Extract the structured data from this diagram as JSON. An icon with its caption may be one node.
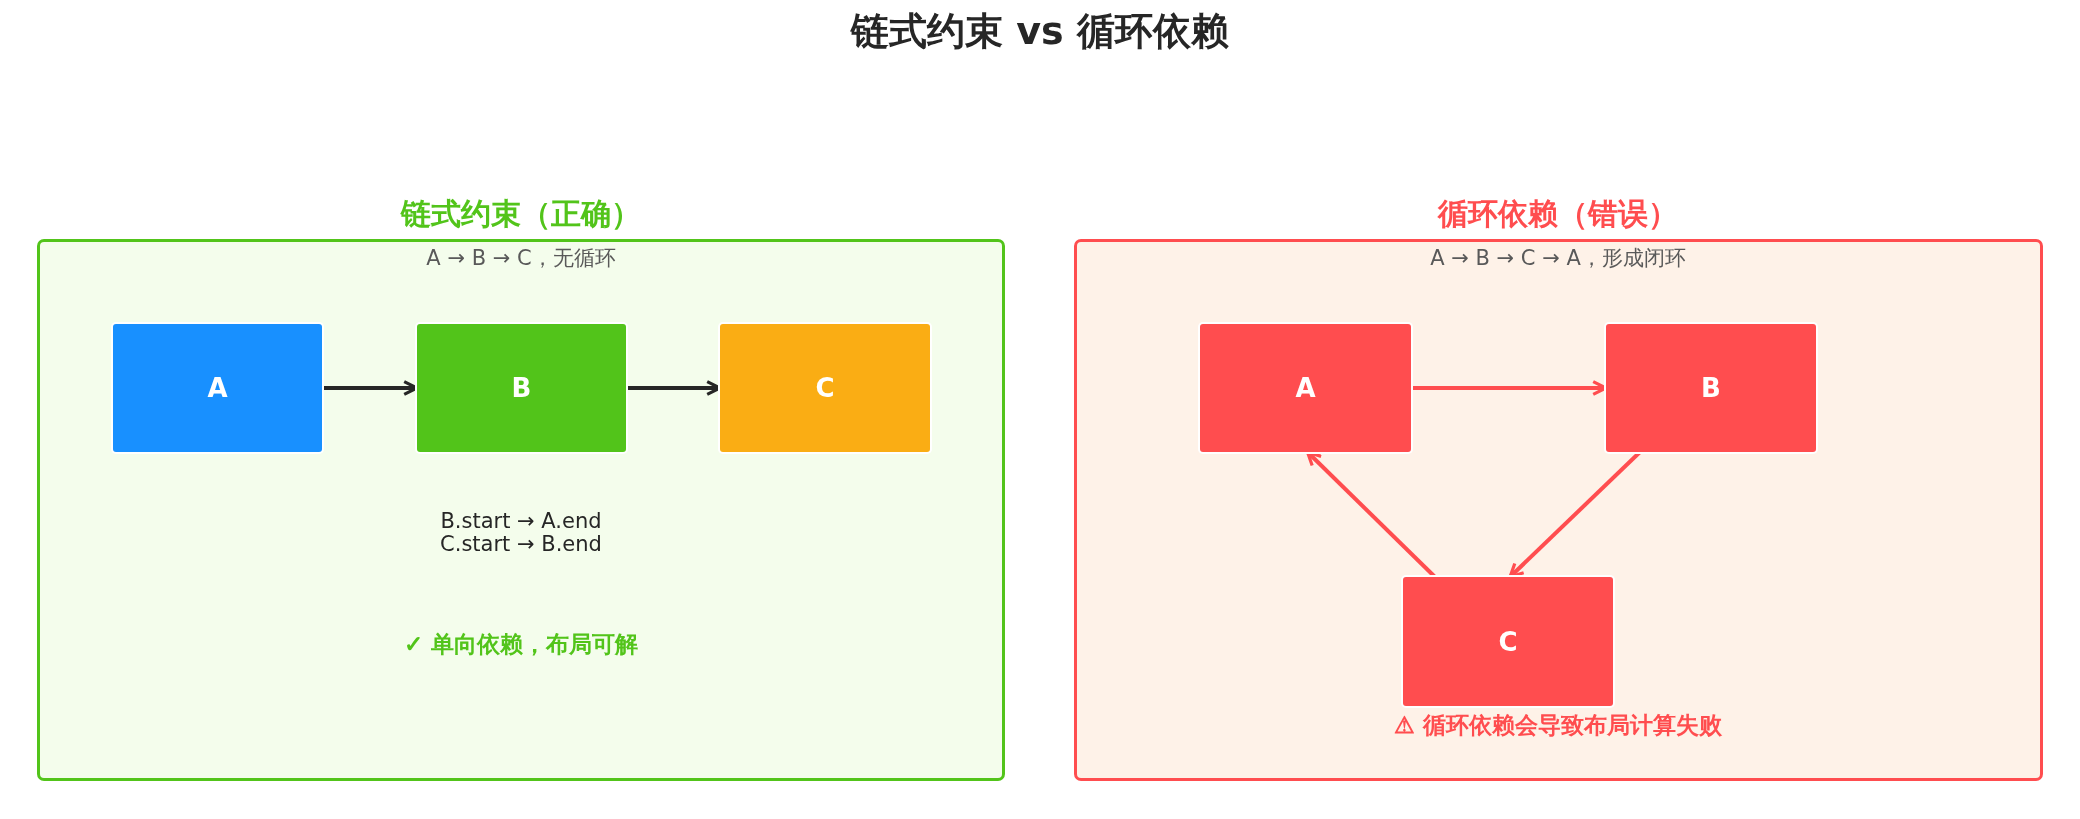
{
  "diagram": {
    "title": "链式约束 vs 循环依赖",
    "nodes": [
      {
        "text": [
          "链式约束（正确）",
          "A → B → C，无循环",
          "B.start → A.end",
          "C.start → B.end",
          "✓ 单向依赖，布局可解"
        ]
      },
      {
        "text": [
          "A"
        ],
        "in": 0
      },
      {
        "text": [
          "B"
        ],
        "in": 0
      },
      {
        "text": [
          "C"
        ],
        "in": 0
      },
      {
        "text": [
          "循环依赖（错误）",
          "A → B → C → A，形成闭环",
          "⚠ 循环依赖会导致布局计算失败"
        ]
      },
      {
        "text": [
          "A"
        ],
        "in": 4
      },
      {
        "text": [
          "B"
        ],
        "in": 4
      },
      {
        "text": [
          "C"
        ],
        "in": 4
      }
    ],
    "edges": [
      {
        "from": 1,
        "to": 2,
        "arrow": "to",
        "color": "#262626"
      },
      {
        "from": 2,
        "to": 3,
        "arrow": "to",
        "color": "#262626"
      },
      {
        "from": 5,
        "to": 6,
        "arrow": "to",
        "color": "#ff4d4f"
      },
      {
        "from": 6,
        "to": 7,
        "arrow": "to",
        "color": "#ff4d4f"
      },
      {
        "from": 7,
        "to": 5,
        "arrow": "to",
        "color": "#ff4d4f"
      }
    ]
  }
}
